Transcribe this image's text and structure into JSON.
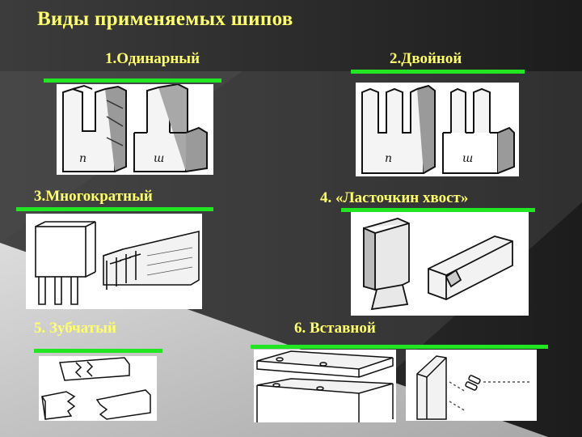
{
  "slide": {
    "title": "Виды применяемых шипов",
    "accent_color": "#ffff66",
    "underline_color": "#22e622",
    "items": [
      {
        "label": "1.Одинарный",
        "picture_marks": [
          "п",
          "ш"
        ]
      },
      {
        "label": "2.Двойной",
        "picture_marks": [
          "п",
          "ш"
        ]
      },
      {
        "label": "3.Многократный"
      },
      {
        "label": "4. «Ласточкин хвост»"
      },
      {
        "label": "5. Зубчатый"
      },
      {
        "label": "6. Вставной"
      }
    ]
  }
}
